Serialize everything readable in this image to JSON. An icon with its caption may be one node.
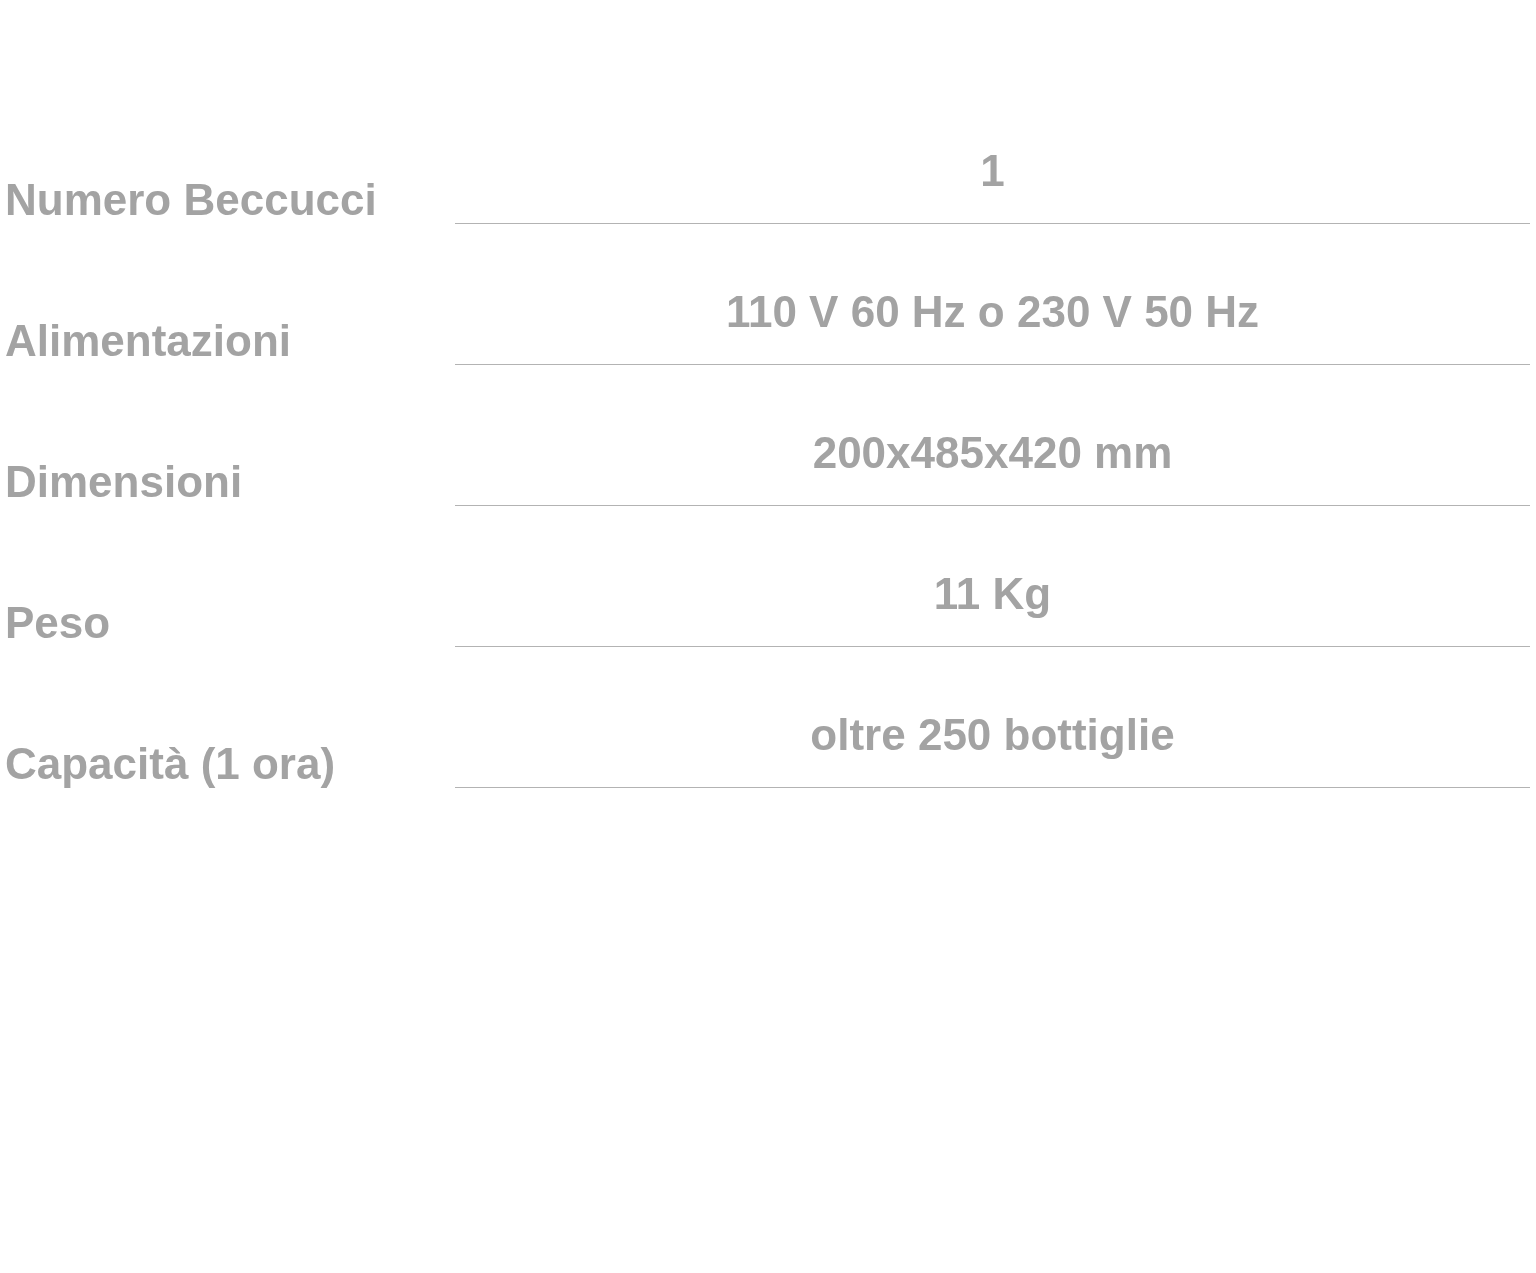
{
  "diagram": {
    "labels": [
      "Numero Beccucci",
      "1",
      "Alimentazioni",
      "110 V 60 Hz o 230 V 50 Hz",
      "Dimensioni",
      "200x485x420 mm",
      "Peso",
      "11 Kg",
      "Capacità (1 ora)",
      "oltre 250 bottiglie"
    ]
  }
}
